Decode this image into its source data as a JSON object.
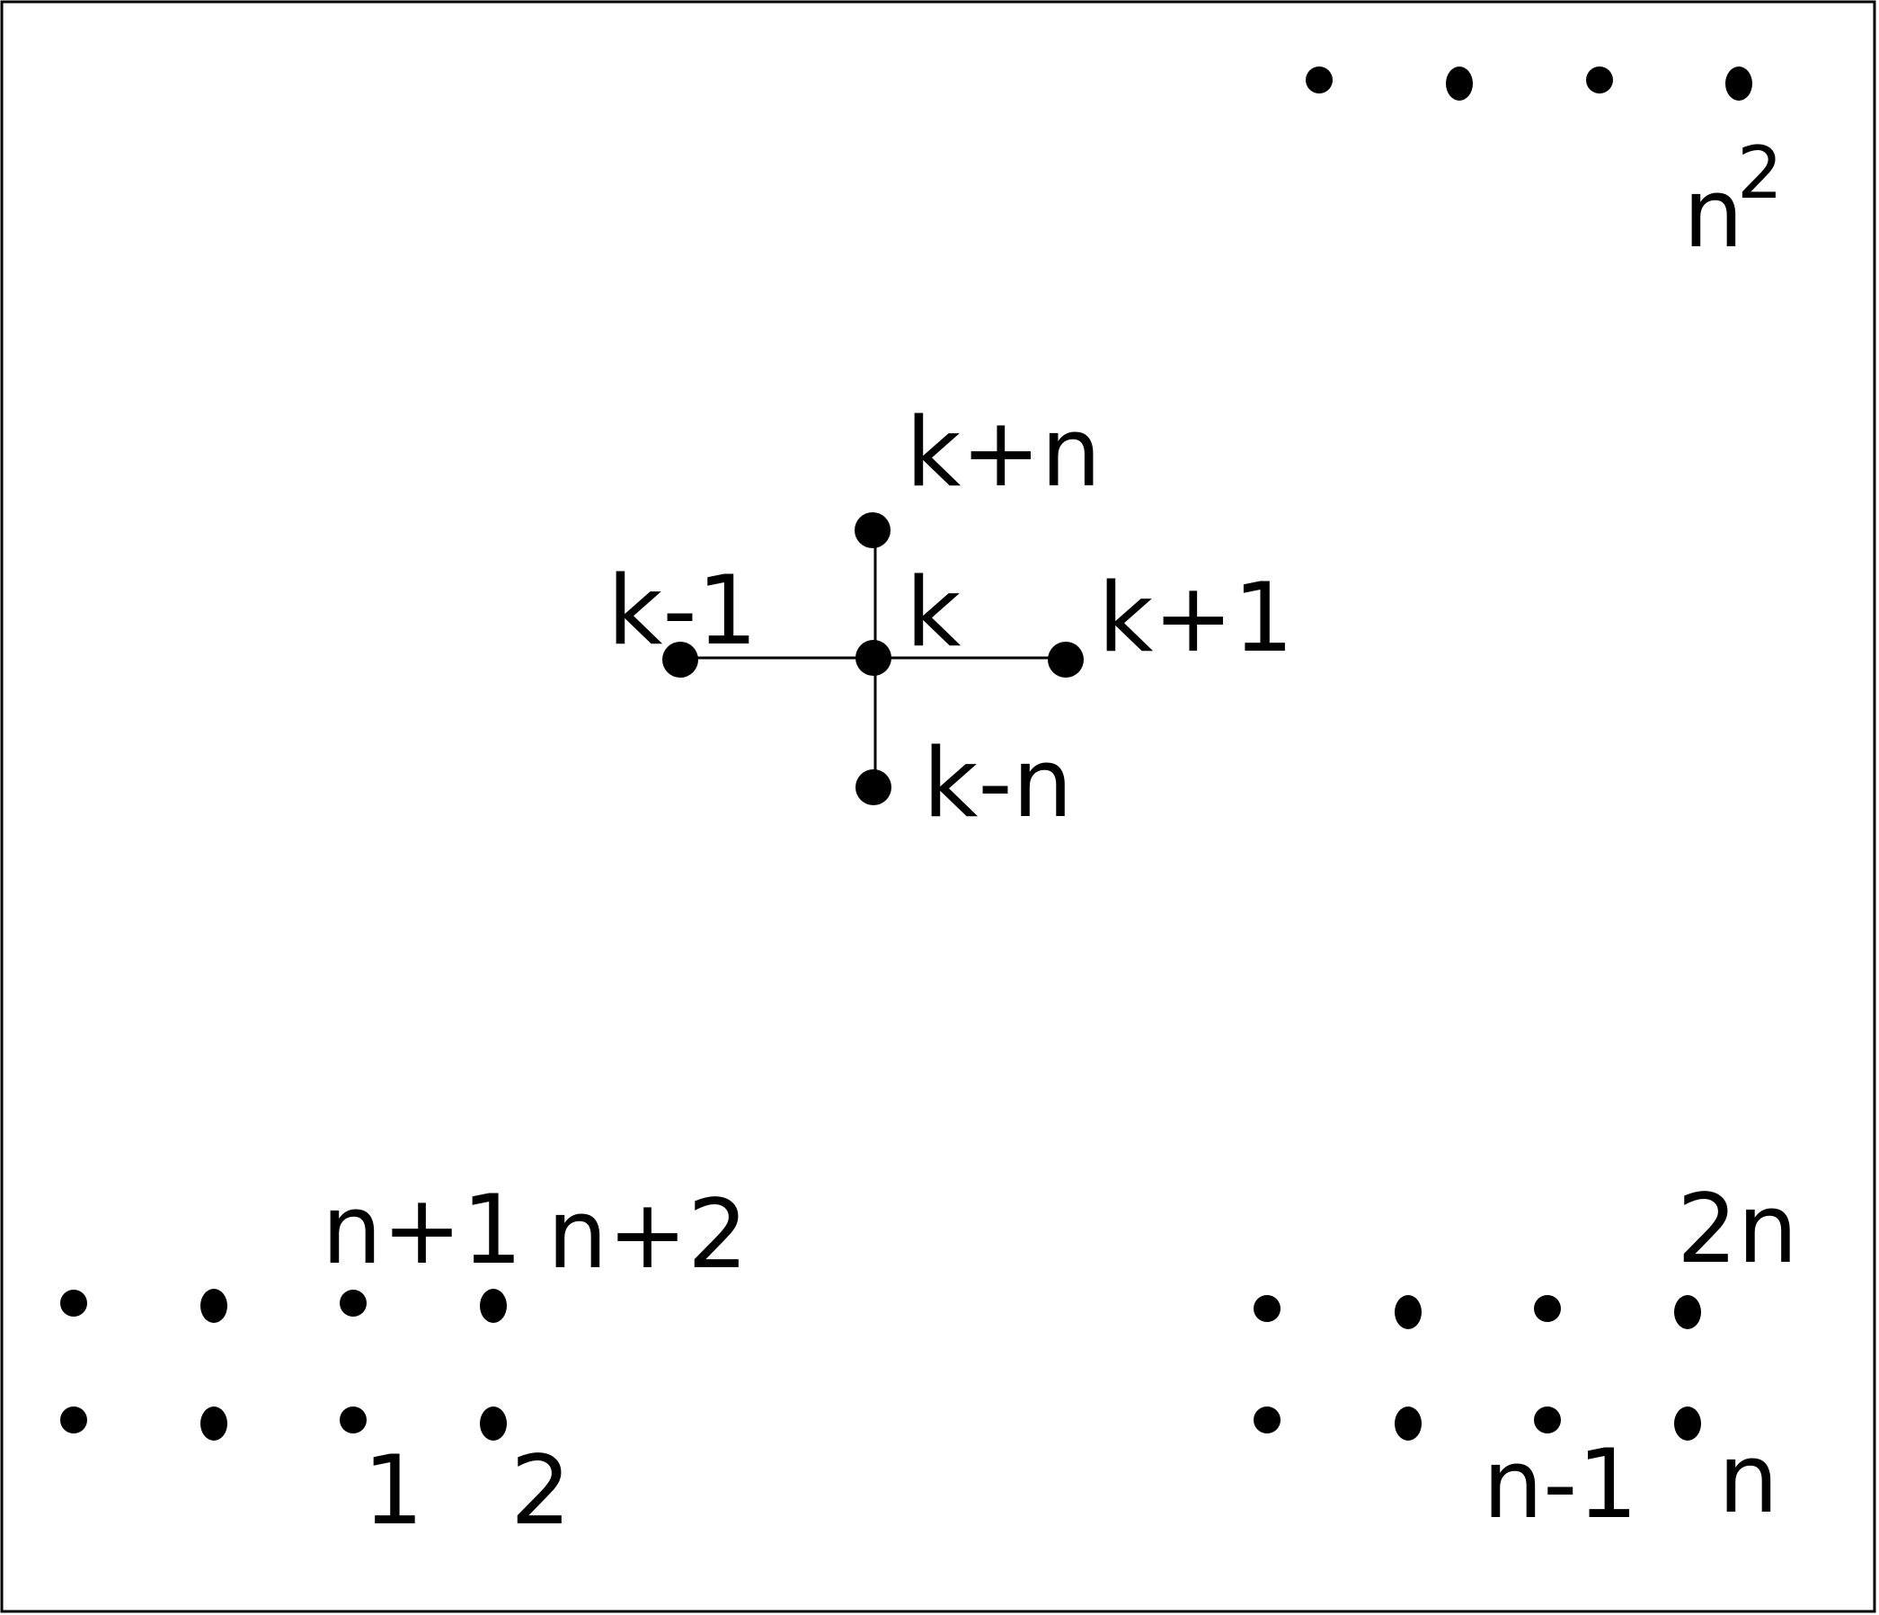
{
  "labels": {
    "corner_top": "n",
    "corner_top_exp": "2",
    "n_plus_1": "n+1",
    "n_plus_2": "n+2",
    "one": "1",
    "two": "2",
    "two_n": "2n",
    "n_minus_1": "n-1",
    "n": "n",
    "k": "k",
    "k_plus_n": "k+n",
    "k_minus_1": "k-1",
    "k_plus_1": "k+1",
    "k_minus_n": "k-n"
  },
  "colors": {
    "ink": "#000000",
    "background": "#ffffff"
  }
}
